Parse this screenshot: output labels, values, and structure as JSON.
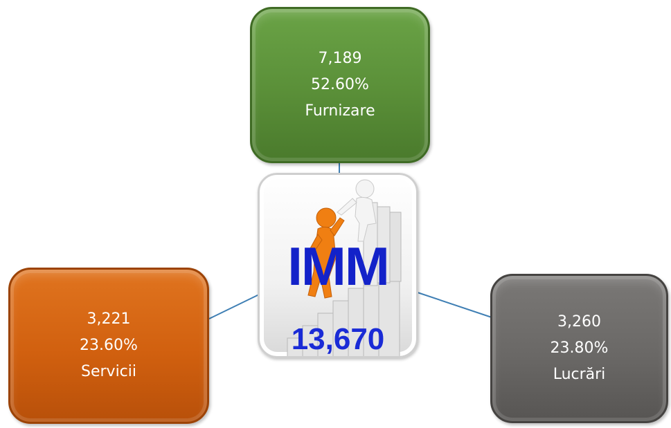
{
  "center": {
    "logo_text": "IMM",
    "total": "13,670"
  },
  "nodes": {
    "furnizare": {
      "value": "7,189",
      "percent": "52.60%",
      "label": "Furnizare",
      "color": "#5a8f38"
    },
    "servicii": {
      "value": "3,221",
      "percent": "23.60%",
      "label": "Servicii",
      "color": "#d1600f"
    },
    "lucrari": {
      "value": "3,260",
      "percent": "23.80%",
      "label": "Lucrări",
      "color": "#6a6866"
    }
  },
  "connector_color": "#3f7fb4"
}
